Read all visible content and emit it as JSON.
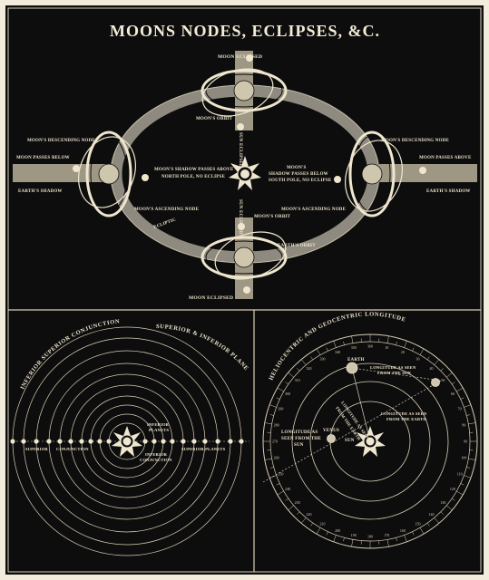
{
  "title": "MOONS NODES, ECLIPSES, &C.",
  "top": {
    "moon_eclipsed_top": "MOON ECLIPSED",
    "moon_eclipsed_bottom": "MOON ECLIPSED",
    "moons_orbit_top": "MOON'S ORBIT",
    "moons_orbit_bottom": "MOON'S ORBIT",
    "sun_eclipsed_top": "SUN ECLIPSED",
    "sun_eclipsed_bottom": "SUN ECLIPSED",
    "earths_orbit": "EARTH'S ORBIT",
    "ecliptic": "ECLIPTIC",
    "desc_node_left": "MOON'S DESCENDING NODE",
    "desc_node_right": "MOON'S DESCENDING NODE",
    "moon_below": "MOON PASSES BELOW",
    "moon_above": "MOON PASSES ABOVE",
    "earths_shadow_left": "EARTH'S SHADOW",
    "earths_shadow_right": "EARTH'S SHADOW",
    "shadow_above_1": "MOON'S SHADOW PASSES ABOVE",
    "shadow_above_2": "NORTH POLE, NO ECLIPSE",
    "shadow_below_1": "MOON'S",
    "shadow_below_2": "SHADOW PASSES BELOW",
    "shadow_below_3": "SOUTH POLE, NO ECLIPSE",
    "asc_node_left": "MOON'S ASCENDING NODE",
    "asc_node_right": "MOON'S ASCENDING NODE"
  },
  "left": {
    "heading_1": "INFERIOR SUPERIOR CONJUNCTION",
    "heading_2": "SUPERIOR & INFERIOR PLANETS",
    "superior": "SUPERIOR",
    "conjunction": "CONJUNCTION",
    "inferior_planets_1": "INFERIOR",
    "inferior_planets_2": "PLANETS",
    "inferior_conj_1": "INFERIOR",
    "inferior_conj_2": "CONJUNCTION",
    "superior_planets": "SUPERIOR PLANETS"
  },
  "right": {
    "heading": "HELIOCENTRIC AND GEOCENTRIC LONGITUDE",
    "earth": "EARTH",
    "venus": "VENUS",
    "sun": "SUN",
    "long_sun_1": "LONGITUDE AS SEEN",
    "long_sun_2": "FROM THE SUN",
    "long_earth_1": "LONGITUDE AS SEEN",
    "long_earth_2": "FROM THE EARTH",
    "long_seen_1": "LONGITUDE AS SEEN",
    "long_seen_2": "FROM THE EARTH",
    "long_left_1": "LONGITUDE AS",
    "long_left_2": "SEEN FROM THE",
    "long_left_3": "SUN",
    "degree_labels": [
      "10",
      "20",
      "30",
      "40",
      "50",
      "60",
      "70",
      "80",
      "90",
      "100",
      "110",
      "120",
      "130",
      "140",
      "150",
      "160",
      "170",
      "180",
      "190",
      "200",
      "210",
      "220",
      "230",
      "240",
      "250",
      "260",
      "270",
      "280",
      "290",
      "300",
      "310",
      "320",
      "330",
      "340",
      "350",
      "360"
    ]
  },
  "colors": {
    "background": "#0d0d0d",
    "paper": "#f2ecdd",
    "ink": "#efe6cf",
    "grey_band": "#8f8a7f",
    "shadow_band": "#b9b09a"
  }
}
